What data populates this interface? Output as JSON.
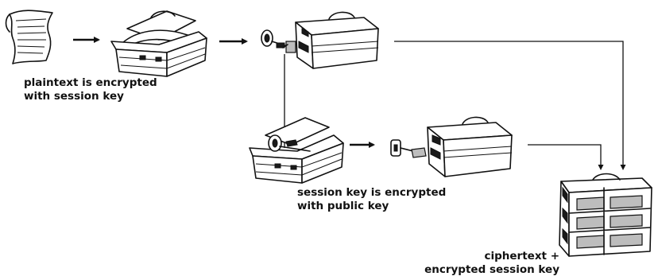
{
  "captions": {
    "plaintext": [
      "plaintext is encrypted",
      "with session key"
    ],
    "session_key": [
      "session key is encrypted",
      "with public key"
    ],
    "output": [
      "ciphertext +",
      "encrypted session key"
    ]
  }
}
